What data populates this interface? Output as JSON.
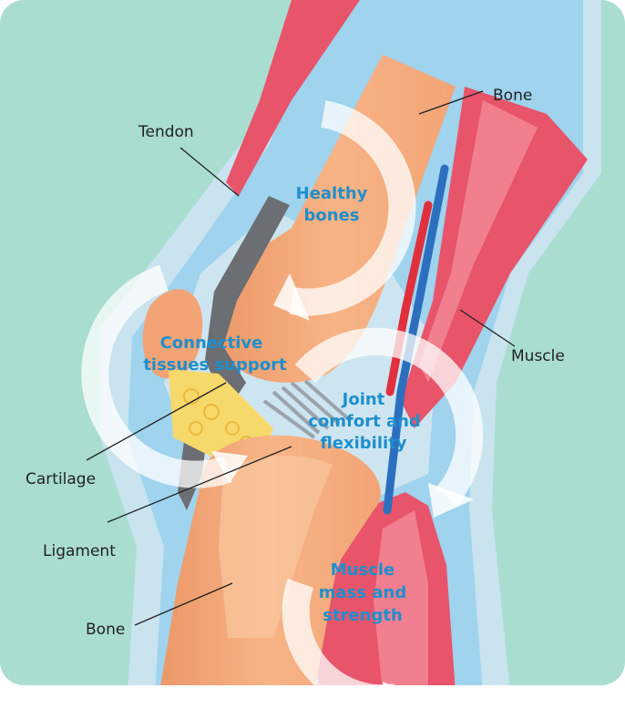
{
  "colors": {
    "background": "#a9ddd0",
    "skin_light": "#c9e3ef",
    "tissue_blue": "#9fd3ee",
    "bone": "#f7b486",
    "bone_dark": "#ec9868",
    "muscle": "#e8546a",
    "muscle_light": "#f2899a",
    "cartilage_grey": "#6b6e72",
    "cartilage_yellow": "#f7d86b",
    "ligament": "#9aa3ab",
    "vein_blue": "#2d6fbf",
    "artery_red": "#e0303d",
    "caption_blue": "#1e8fcd",
    "arrow_white": "#ffffff"
  },
  "labels": {
    "tendon": "Tendon",
    "bone_top": "Bone",
    "muscle": "Muscle",
    "cartilage": "Cartilage",
    "ligament": "Ligament",
    "bone_bottom": "Bone"
  },
  "captions": {
    "healthy_bones": [
      "Healthy",
      "bones"
    ],
    "connective": [
      "Connective",
      "tissues support"
    ],
    "joint": [
      "Joint",
      "comfort and",
      "flexibility"
    ],
    "muscle_mass": [
      "Muscle",
      "mass and",
      "strength"
    ]
  }
}
